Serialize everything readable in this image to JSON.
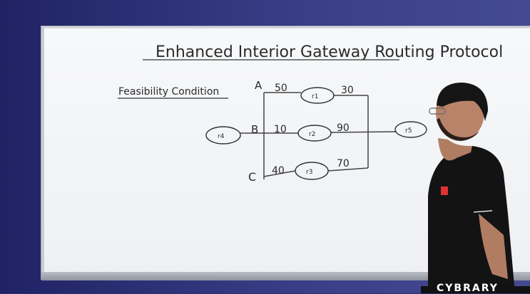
{
  "board": {
    "title": "Enhanced Interior Gateway Routing Protocol",
    "subtitle": "Feasibility Condition",
    "nodes": [
      {
        "label": "r1"
      },
      {
        "label": "r2"
      },
      {
        "label": "r3"
      },
      {
        "label": "r4"
      },
      {
        "label": "r5"
      }
    ],
    "path_letters": [
      "A",
      "B",
      "C"
    ],
    "metrics": [
      "50",
      "30",
      "10",
      "90",
      "40",
      "70"
    ]
  },
  "branding": {
    "text": "CYBRARY"
  }
}
